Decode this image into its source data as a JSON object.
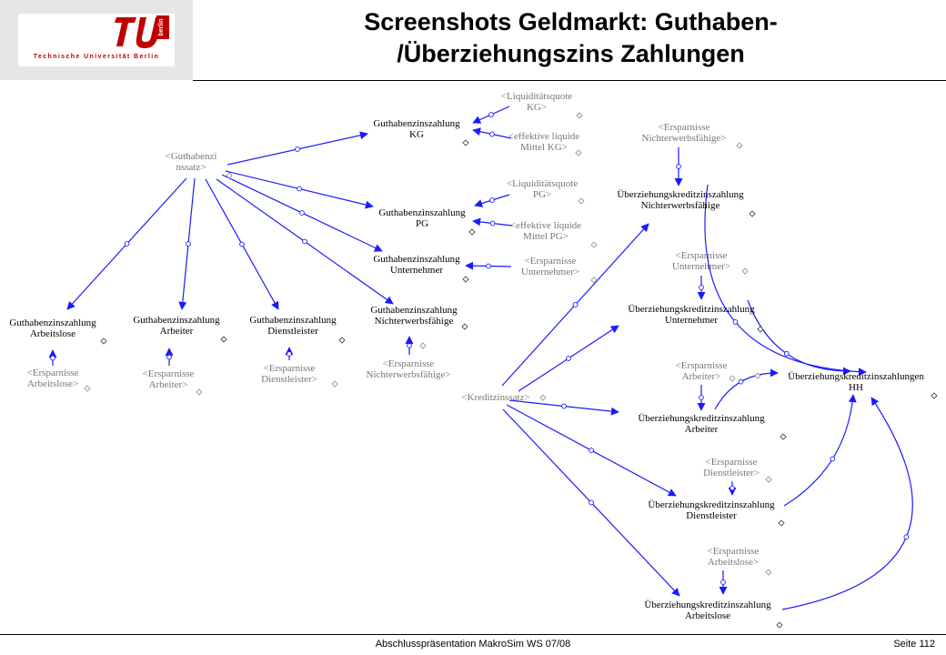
{
  "header": {
    "title_line1": "Screenshots Geldmarkt: Guthaben-",
    "title_line2": "/Überziehungszins Zahlungen",
    "logo_text": "Technische Universität Berlin",
    "logo_colors": {
      "red": "#c00000",
      "frame": "#e6e6e6"
    }
  },
  "footer": {
    "center": "Abschlusspräsentation MakroSim WS 07/08",
    "right": "Seite 112"
  },
  "diagram": {
    "edge_color": "#1a1aff",
    "nodes": [
      {
        "id": "liq_kg",
        "style": "shadow",
        "lines": [
          "<Liquiditätsquote",
          "KG>"
        ]
      },
      {
        "id": "guth_kg",
        "style": "main",
        "lines": [
          "Guthabenzinszahlung",
          "KG"
        ]
      },
      {
        "id": "eff_kg",
        "style": "shadow",
        "lines": [
          "<effektive liquide",
          "Mittel KG>"
        ]
      },
      {
        "id": "guthabenzinssatz",
        "style": "shadow",
        "lines": [
          "<Guthabenzi",
          "nssatz>"
        ]
      },
      {
        "id": "liq_pg",
        "style": "shadow",
        "lines": [
          "<Liquiditätsquote",
          "PG>"
        ]
      },
      {
        "id": "guth_pg",
        "style": "main",
        "lines": [
          "Guthabenzinszahlung",
          "PG"
        ]
      },
      {
        "id": "eff_pg",
        "style": "shadow",
        "lines": [
          "<effektive liquide",
          "Mittel PG>"
        ]
      },
      {
        "id": "guth_un",
        "style": "main",
        "lines": [
          "Guthabenzinszahlung",
          "Unternehmer"
        ]
      },
      {
        "id": "ersp_un_l",
        "style": "shadow",
        "lines": [
          "<Ersparnisse",
          "Unternehmer>"
        ]
      },
      {
        "id": "guth_nw",
        "style": "main",
        "lines": [
          "Guthabenzinszahlung",
          "Nichterwerbsfähige"
        ]
      },
      {
        "id": "ersp_nw_l",
        "style": "shadow",
        "lines": [
          "<Ersparnisse",
          "Nichterwerbsfähige>"
        ]
      },
      {
        "id": "guth_al",
        "style": "main",
        "lines": [
          "Guthabenzinszahlung",
          "Arbeitslose"
        ]
      },
      {
        "id": "ersp_al_l",
        "style": "shadow",
        "lines": [
          "<Ersparnisse",
          "Arbeitslose>"
        ]
      },
      {
        "id": "guth_ar",
        "style": "main",
        "lines": [
          "Guthabenzinszahlung",
          "Arbeiter"
        ]
      },
      {
        "id": "ersp_ar_l",
        "style": "shadow",
        "lines": [
          "<Ersparnisse",
          "Arbeiter>"
        ]
      },
      {
        "id": "guth_dl",
        "style": "main",
        "lines": [
          "Guthabenzinszahlung",
          "Dienstleister"
        ]
      },
      {
        "id": "ersp_dl_l",
        "style": "shadow",
        "lines": [
          "<Ersparnisse",
          "Dienstleister>"
        ]
      },
      {
        "id": "ersp_nw_r",
        "style": "shadow",
        "lines": [
          "<Ersparnisse",
          "Nichterwerbsfähige>"
        ]
      },
      {
        "id": "ueb_nw",
        "style": "main",
        "lines": [
          "Überziehungskreditzinszahlung",
          "Nichterwerbsfähige"
        ]
      },
      {
        "id": "ersp_un_r",
        "style": "shadow",
        "lines": [
          "<Ersparnisse",
          "Unternehmer>"
        ]
      },
      {
        "id": "ueb_un",
        "style": "main",
        "lines": [
          "Überziehungskreditzinszahlung",
          "Unternehmer"
        ]
      },
      {
        "id": "ersp_ar_r",
        "style": "shadow",
        "lines": [
          "<Ersparnisse",
          "Arbeiter>"
        ]
      },
      {
        "id": "ueb_hh",
        "style": "main",
        "lines": [
          "Überziehungskreditzinszahlungen",
          "HH"
        ]
      },
      {
        "id": "kreditzinssatz",
        "style": "shadow",
        "lines": [
          "<Kreditzinssatz>"
        ]
      },
      {
        "id": "ueb_ar",
        "style": "main",
        "lines": [
          "Überziehungskreditzinszahlung",
          "Arbeiter"
        ]
      },
      {
        "id": "ersp_dl_r",
        "style": "shadow",
        "lines": [
          "<Ersparnisse",
          "Dienstleister>"
        ]
      },
      {
        "id": "ueb_dl",
        "style": "main",
        "lines": [
          "Überziehungskreditzinszahlung",
          "Dienstleister"
        ]
      },
      {
        "id": "ersp_al_r",
        "style": "shadow",
        "lines": [
          "<Ersparnisse",
          "Arbeitslose>"
        ]
      },
      {
        "id": "ueb_al",
        "style": "main",
        "lines": [
          "Überziehungskreditzinszahlung",
          "Arbeitslose"
        ]
      }
    ],
    "edges": [
      {
        "id": "e1",
        "from": "liq_kg",
        "to": "guth_kg"
      },
      {
        "id": "e2",
        "from": "eff_kg",
        "to": "guth_kg"
      },
      {
        "id": "e3",
        "from": "guthabenzinssatz",
        "to": "guth_kg"
      },
      {
        "id": "e4",
        "from": "guthabenzinssatz",
        "to": "guth_pg"
      },
      {
        "id": "e5",
        "from": "liq_pg",
        "to": "guth_pg"
      },
      {
        "id": "e6",
        "from": "eff_pg",
        "to": "guth_pg"
      },
      {
        "id": "e7",
        "from": "guthabenzinssatz",
        "to": "guth_un"
      },
      {
        "id": "e8",
        "from": "ersp_un_l",
        "to": "guth_un"
      },
      {
        "id": "e9",
        "from": "guthabenzinssatz",
        "to": "guth_nw"
      },
      {
        "id": "e10",
        "from": "ersp_nw_l",
        "to": "guth_nw"
      },
      {
        "id": "e11",
        "from": "guthabenzinssatz",
        "to": "guth_al"
      },
      {
        "id": "e12",
        "from": "guthabenzinssatz",
        "to": "guth_ar"
      },
      {
        "id": "e13",
        "from": "guthabenzinssatz",
        "to": "guth_dl"
      },
      {
        "id": "e14",
        "from": "ersp_al_l",
        "to": "guth_al"
      },
      {
        "id": "e15",
        "from": "ersp_ar_l",
        "to": "guth_ar"
      },
      {
        "id": "e16",
        "from": "ersp_dl_l",
        "to": "guth_dl"
      },
      {
        "id": "e17",
        "from": "ersp_nw_r",
        "to": "ueb_nw"
      },
      {
        "id": "e18",
        "from": "kreditzinssatz",
        "to": "ueb_nw"
      },
      {
        "id": "e19",
        "from": "ersp_un_r",
        "to": "ueb_un"
      },
      {
        "id": "e20",
        "from": "kreditzinssatz",
        "to": "ueb_un"
      },
      {
        "id": "e21",
        "from": "ersp_ar_r",
        "to": "ueb_ar"
      },
      {
        "id": "e22",
        "from": "kreditzinssatz",
        "to": "ueb_ar"
      },
      {
        "id": "e23",
        "from": "ersp_dl_r",
        "to": "ueb_dl"
      },
      {
        "id": "e24",
        "from": "kreditzinssatz",
        "to": "ueb_dl"
      },
      {
        "id": "e25",
        "from": "ersp_al_r",
        "to": "ueb_al"
      },
      {
        "id": "e26",
        "from": "kreditzinssatz",
        "to": "ueb_al"
      },
      {
        "id": "e27",
        "from": "ueb_nw",
        "to": "ueb_hh"
      },
      {
        "id": "e28",
        "from": "ueb_un",
        "to": "ueb_hh"
      },
      {
        "id": "e29",
        "from": "ueb_ar",
        "to": "ueb_hh"
      },
      {
        "id": "e30",
        "from": "ueb_dl",
        "to": "ueb_hh"
      },
      {
        "id": "e31",
        "from": "ueb_al",
        "to": "ueb_hh"
      }
    ]
  }
}
